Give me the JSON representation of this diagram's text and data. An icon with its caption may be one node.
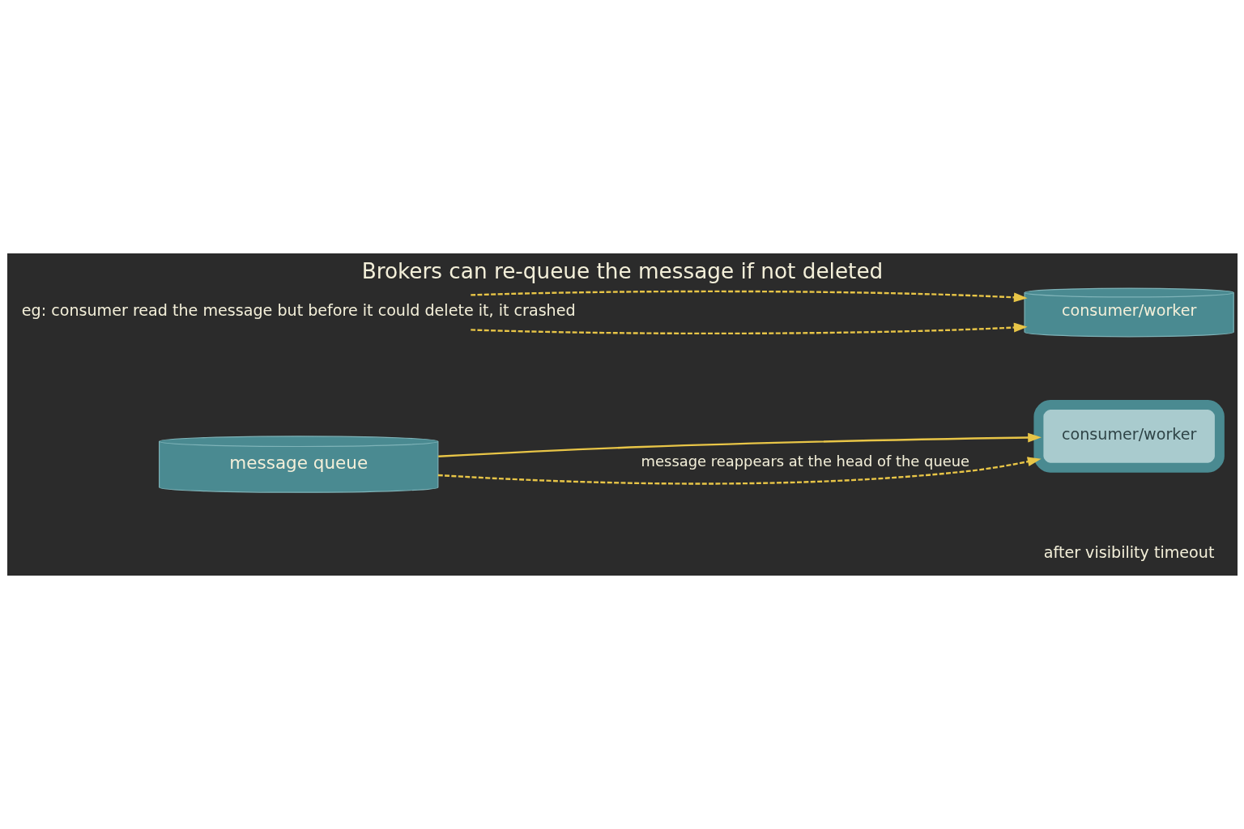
{
  "diagram": {
    "title": "Brokers can re-queue the message if not deleted",
    "nodes": [
      {
        "text": [
          "message queue"
        ]
      },
      {
        "text": [
          "consumer/worker"
        ]
      },
      {
        "text": [
          "eg: consumer read the message but before it could delete it, it crashed"
        ]
      },
      {
        "text": [
          "consumer/worker"
        ]
      }
    ],
    "edges": [
      {
        "from": 0,
        "to": 1,
        "arrow": "to"
      },
      {
        "from": 0,
        "to": 1,
        "arrow": "to",
        "style": "dashed",
        "label": "message reappears at the head of the queue"
      },
      {
        "from": 2,
        "to": 3,
        "arrow": "to",
        "style": "dashed"
      },
      {
        "from": 2,
        "to": 3,
        "arrow": "to",
        "style": "dashed"
      }
    ],
    "labels": [
      "after visibility timeout"
    ]
  }
}
